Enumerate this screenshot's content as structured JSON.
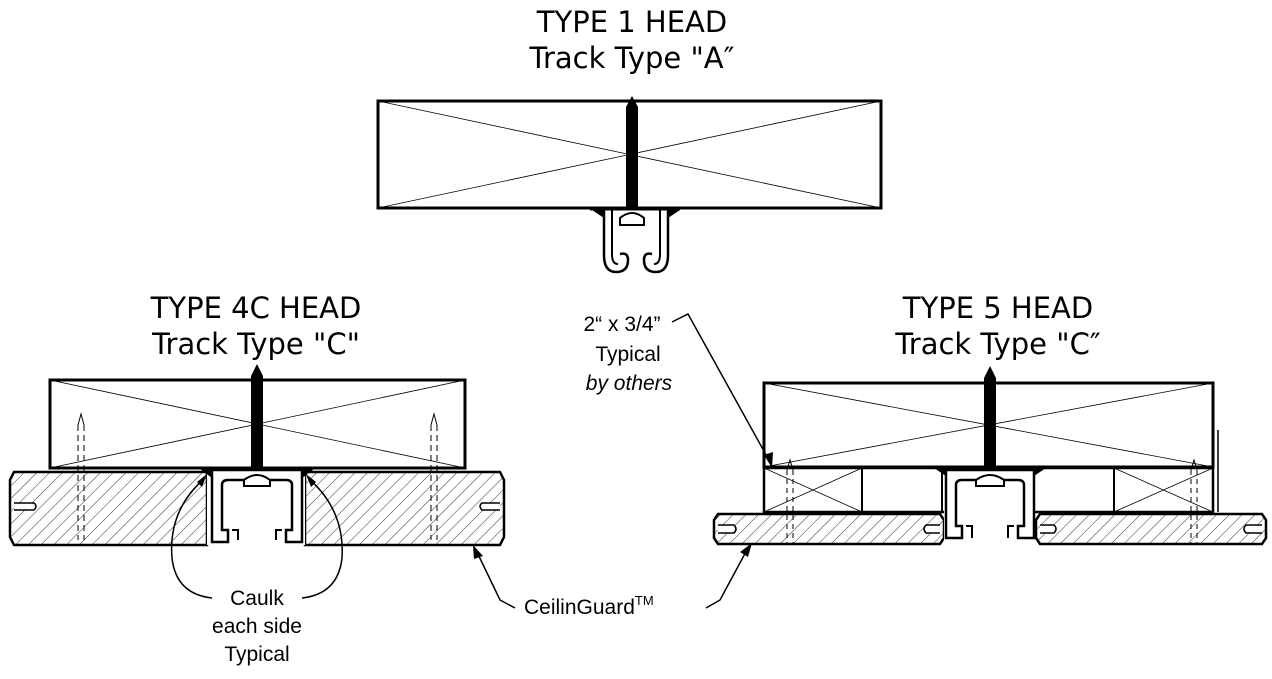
{
  "diagram": {
    "type1": {
      "title": "TYPE 1 HEAD",
      "subtitle": "Track Type \"A″"
    },
    "type4c": {
      "title": "TYPE 4C HEAD",
      "subtitle": "Track Type \"C\""
    },
    "type5": {
      "title": "TYPE 5 HEAD",
      "subtitle": "Track Type \"C″"
    },
    "lumber_note": {
      "line1": "2“ x 3/4”",
      "line2": "Typical",
      "line3": "by others"
    },
    "caulk_note": {
      "line1": "Caulk",
      "line2": "each side",
      "line3": "Typical"
    },
    "ceilinguard_label": {
      "name": "CeilinGuard",
      "mark": "TM"
    }
  }
}
